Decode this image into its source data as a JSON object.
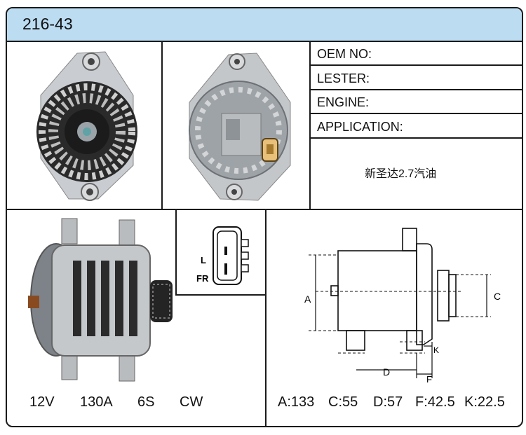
{
  "part_number": "216-43",
  "info_rows": [
    {
      "label": "OEM NO:"
    },
    {
      "label": "LESTER:"
    },
    {
      "label": "ENGINE:"
    },
    {
      "label": "APPLICATION:"
    }
  ],
  "application_value": "新圣达2.7汽油",
  "connector": {
    "label_top": "L",
    "label_bottom": "FR"
  },
  "specs": {
    "voltage": "12V",
    "amperage": "130A",
    "pulley": "6S",
    "rotation": "CW"
  },
  "dimensions": {
    "A": "A:133",
    "C": "C:55",
    "D": "D:57",
    "F": "F:42.5",
    "K": "K:22.5"
  },
  "drawing_labels": {
    "a": "A",
    "c": "C",
    "d": "D",
    "f": "F",
    "k": "K"
  }
}
